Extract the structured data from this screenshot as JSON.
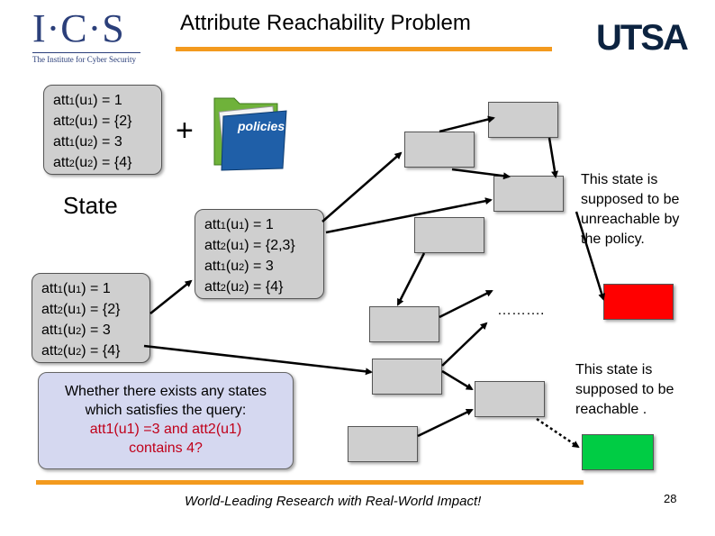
{
  "header": {
    "title": "Attribute Reachability Problem",
    "ics_logo_text": "I·C·S",
    "ics_logo_subtitle": "The Institute for Cyber Security",
    "utsa_logo_text": "UTSA"
  },
  "initial_state": {
    "lines": [
      "att1(u1) = 1",
      "att2(u1) = {2}",
      "att1(u2) = 3",
      "att2(u2) = {4}"
    ]
  },
  "plus_symbol": "+",
  "policies_icon": {
    "label": "policies"
  },
  "state_label": "State",
  "current_state": {
    "lines": [
      "att1(u1) = 1",
      "att2(u1) = {2}",
      "att1(u2) = 3",
      "att2(u2) = {4}"
    ]
  },
  "next_state": {
    "lines": [
      "att1(u1) = 1",
      "att2(u1) = {2, 3}",
      "att1(u2) = 3",
      "att2(u2) = {4}"
    ]
  },
  "dots_label": "……….",
  "unreachable_note": {
    "lines": [
      "This state is",
      "supposed to be",
      "unreachable by",
      "the policy."
    ],
    "color": "#FF0000"
  },
  "reachable_note": {
    "lines": [
      "This state is",
      "supposed to be",
      "reachable ."
    ],
    "color": "#00CC44"
  },
  "query": {
    "line1": "Whether there exists any states",
    "line2": "which satisfies the query:",
    "line3": "att1(u1) =3 and att2(u1)",
    "line4": "contains 4?"
  },
  "footer": {
    "tagline": "World-Leading Research with Real-World Impact!",
    "page_number": "28"
  }
}
